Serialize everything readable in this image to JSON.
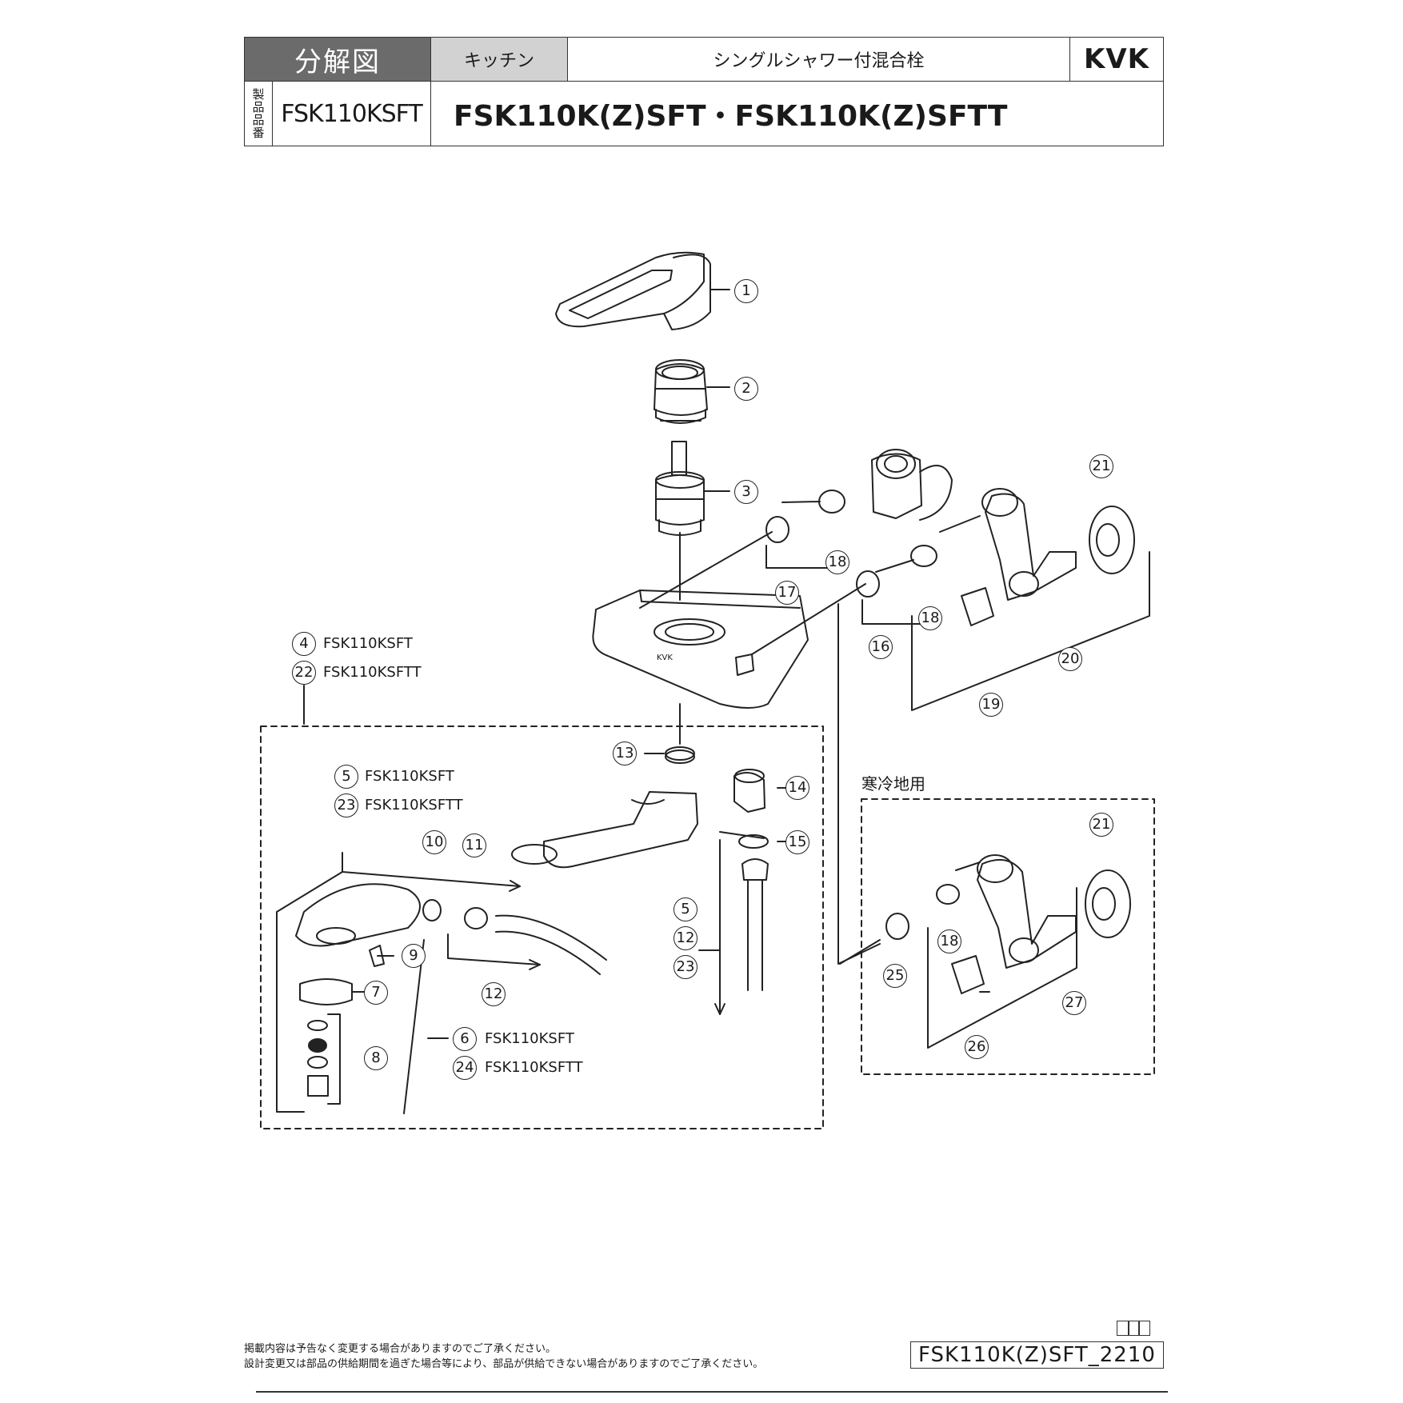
{
  "header": {
    "doc_type": "分解図",
    "category": "キッチン",
    "product_name": "シングルシャワー付混合栓",
    "brand": "KVK",
    "seihin_label": "製品品番",
    "model_code": "FSK110KSFT",
    "title": "FSK110K(Z)SFT・FSK110K(Z)SFTT"
  },
  "diagram": {
    "body_marking": "KVK",
    "cold_region_label": "寒冷地用",
    "callouts": [
      "1",
      "2",
      "3",
      "4",
      "5",
      "6",
      "7",
      "8",
      "9",
      "10",
      "11",
      "12",
      "13",
      "14",
      "15",
      "16",
      "17",
      "18",
      "19",
      "20",
      "21",
      "22",
      "23",
      "24",
      "25",
      "26",
      "27"
    ],
    "variant_labels": {
      "4": "FSK110KSFT",
      "22": "FSK110KSFTT",
      "5": "FSK110KSFT",
      "23": "FSK110KSFTT",
      "6": "FSK110KSFT",
      "24": "FSK110KSFTT"
    }
  },
  "footer": {
    "note_line1": "掲載内容は予告なく変更する場合がありますのでご了承ください。",
    "note_line2": "設計変更又は部品の供給期間を過ぎた場合等により、部品が供給できない場合がありますのでご了承ください。",
    "doc_number": "FSK110K(Z)SFT_2210"
  }
}
